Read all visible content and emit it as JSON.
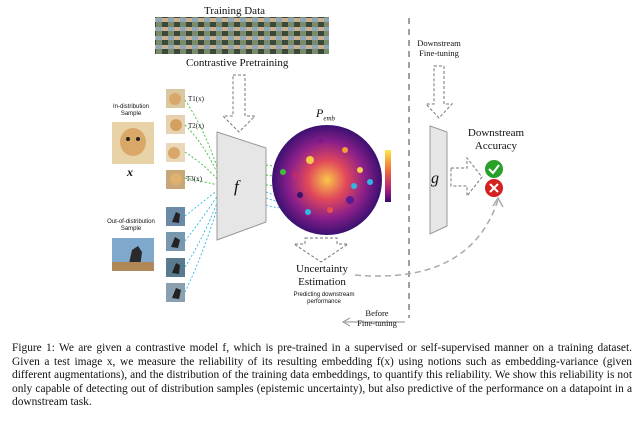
{
  "figure": {
    "training_data": "Training Data",
    "contrastive_pretraining": "Contrastive Pretraining",
    "in_distribution": [
      "In-distribution",
      "Sample"
    ],
    "ood": [
      "Out-of-distribution",
      "Sample"
    ],
    "x_label": "x",
    "transforms": [
      "T1(x)",
      "T2(x)",
      "T3(x)"
    ],
    "f_label": "f",
    "p_emb": "P",
    "p_emb_sub": "emb",
    "uncertainty": [
      "Uncertainty",
      "Estimation"
    ],
    "predicting": [
      "Predicting downstream",
      "performance"
    ],
    "before_finetuning": [
      "Before",
      "Fine-tuning"
    ],
    "downstream_finetuning": [
      "Downstream",
      "Fine-tuning"
    ],
    "g_label": "g",
    "downstream_accuracy": [
      "Downstream",
      "Accuracy"
    ],
    "colors": {
      "check": "#2aa02a",
      "cross": "#d42020",
      "gray_box": "#e6e6e6",
      "embedding_purple": "#4a1a8a"
    }
  },
  "caption": "Figure 1: We are given a contrastive model f, which is pre-trained in a supervised or self-supervised manner on a training dataset. Given a test image x, we measure the reliability of its resulting embedding f(x) using notions such as embedding-variance (given different augmentations), and the distribution of the training data embeddings, to quantify this reliability. We show this reliability is not only capable of detecting out of distribution samples (epistemic uncertainty), but also predictive of the performance on a datapoint in a downstream task."
}
